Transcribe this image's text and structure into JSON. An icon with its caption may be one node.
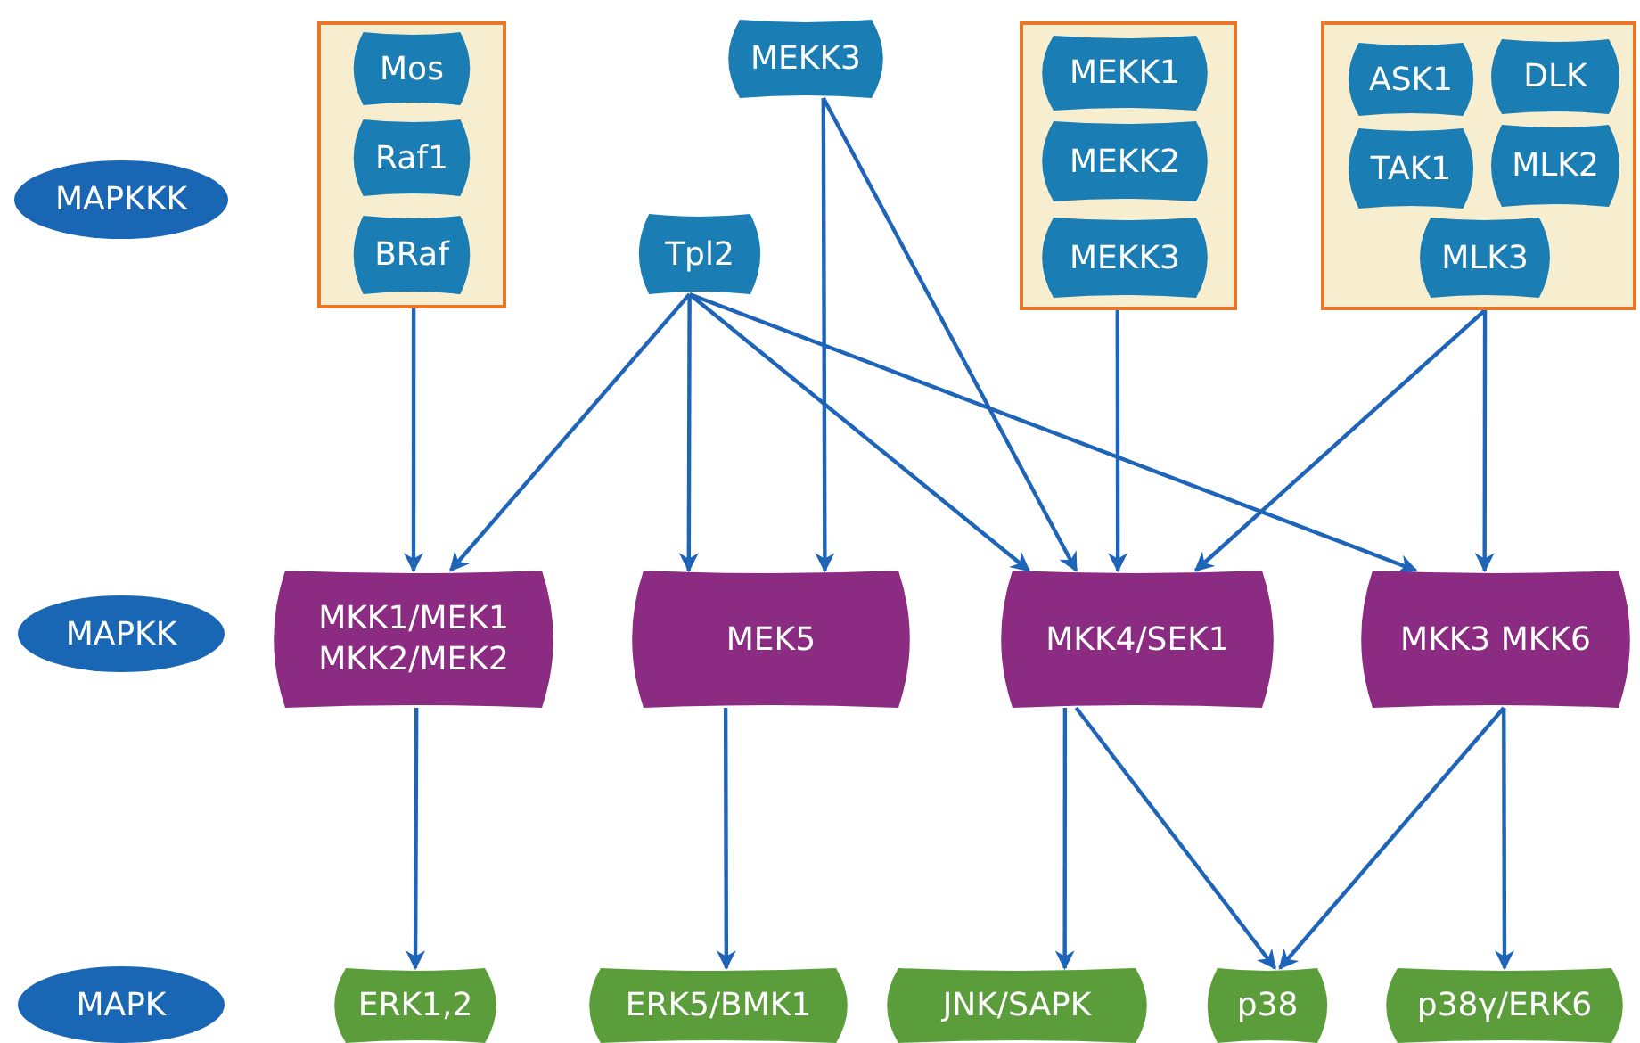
{
  "diagram": {
    "nodes": [
      {
        "text": [
          "MAPKKK"
        ]
      },
      {
        "text": [
          "MAPKK"
        ]
      },
      {
        "text": [
          "MAPK"
        ]
      },
      {
        "text": [],
        "shape": "box"
      },
      {
        "text": [
          "Mos"
        ],
        "in": 3
      },
      {
        "text": [
          "Raf1"
        ],
        "in": 3
      },
      {
        "text": [
          "BRaf"
        ],
        "in": 3
      },
      {
        "text": [
          "MEKK3"
        ]
      },
      {
        "text": [],
        "shape": "box"
      },
      {
        "text": [
          "MEKK1"
        ],
        "in": 8
      },
      {
        "text": [
          "MEKK2"
        ],
        "in": 8
      },
      {
        "text": [
          "MEKK3"
        ],
        "in": 8
      },
      {
        "text": [],
        "shape": "box"
      },
      {
        "text": [
          "ASK1"
        ],
        "in": 12
      },
      {
        "text": [
          "DLK"
        ],
        "in": 12
      },
      {
        "text": [
          "TAK1"
        ],
        "in": 12
      },
      {
        "text": [
          "MLK2"
        ],
        "in": 12
      },
      {
        "text": [
          "MLK3"
        ],
        "in": 12
      },
      {
        "text": [
          "Tpl2"
        ]
      },
      {
        "text": [
          "MKK1/MEK1 MKK2/MEK2"
        ]
      },
      {
        "text": [
          "MEK5"
        ]
      },
      {
        "text": [
          "MKK4/SEK1"
        ]
      },
      {
        "text": [
          "MKK3 MKK6"
        ]
      },
      {
        "text": [
          "ERK1,2"
        ]
      },
      {
        "text": [
          "ERK5/BMK1"
        ]
      },
      {
        "text": [
          "JNK/SAPK"
        ]
      },
      {
        "text": [
          "p38"
        ]
      },
      {
        "text": [
          "p38γ/ERK6"
        ]
      }
    ],
    "edges": [
      {
        "from": 3,
        "to": 19,
        "arrow": "to"
      },
      {
        "from": 18,
        "to": 19,
        "arrow": "to"
      },
      {
        "from": 18,
        "to": 20,
        "arrow": "to"
      },
      {
        "from": 18,
        "to": 21,
        "arrow": "to"
      },
      {
        "from": 18,
        "to": 22,
        "arrow": "to"
      },
      {
        "from": 7,
        "to": 20,
        "arrow": "to"
      },
      {
        "from": 7,
        "to": 21,
        "arrow": "to"
      },
      {
        "from": 8,
        "to": 21,
        "arrow": "to"
      },
      {
        "from": 12,
        "to": 21,
        "arrow": "to"
      },
      {
        "from": 12,
        "to": 22,
        "arrow": "to"
      },
      {
        "from": 19,
        "to": 23,
        "arrow": "to"
      },
      {
        "from": 20,
        "to": 24,
        "arrow": "to"
      },
      {
        "from": 21,
        "to": 25,
        "arrow": "to"
      },
      {
        "from": 21,
        "to": 26,
        "arrow": "to"
      },
      {
        "from": 22,
        "to": 26,
        "arrow": "to"
      },
      {
        "from": 22,
        "to": 27,
        "arrow": "to"
      }
    ]
  }
}
